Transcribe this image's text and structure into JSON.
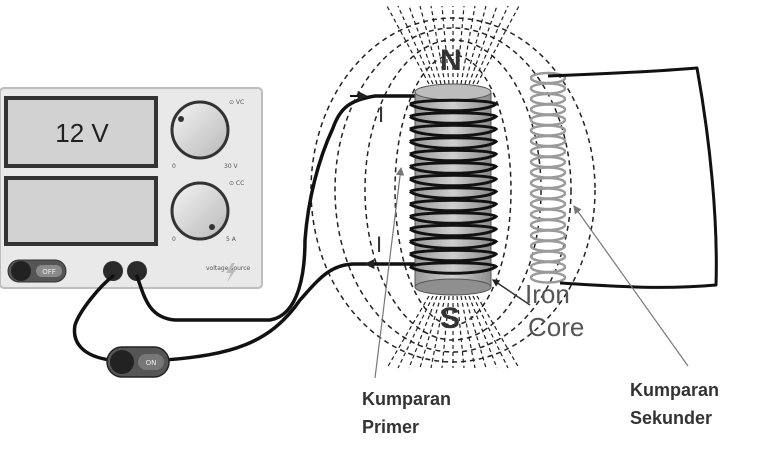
{
  "power_supply": {
    "voltage_display": "12 V",
    "knob1_min": "0",
    "knob1_max": "30 V",
    "knob2_min": "0",
    "knob2_max": "5 A",
    "knob1_indicator": "⊙ VC",
    "knob2_indicator": "⊙ CC",
    "power_switch_label": "OFF",
    "brand_text": "voltage source"
  },
  "inline_switch": {
    "label": "ON"
  },
  "magnet_poles": {
    "north": "N",
    "south": "S"
  },
  "current_labels": {
    "top": "I",
    "bottom": "I"
  },
  "core_label": {
    "line1": "Iron",
    "line2": "Core"
  },
  "captions": {
    "primary_line1": "Kumparan",
    "primary_line2": "Primer",
    "secondary_line1": "Kumparan",
    "secondary_line2": "Sekunder"
  },
  "colors": {
    "wire": "#111111",
    "field_lines": "#222222",
    "secondary_coil": "#999999",
    "panel": "#e8e8e8"
  }
}
